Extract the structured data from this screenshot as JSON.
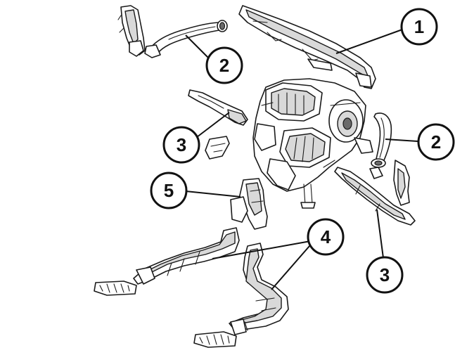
{
  "colors": {
    "line": "#1a1a1a",
    "fill": "#ffffff",
    "shade": "#d9d9d9",
    "dark": "#6a6a6a"
  },
  "callouts": [
    {
      "id": "c1",
      "label": "1"
    },
    {
      "id": "c2a",
      "label": "2"
    },
    {
      "id": "c2b",
      "label": "2"
    },
    {
      "id": "c3a",
      "label": "3"
    },
    {
      "id": "c3b",
      "label": "3"
    },
    {
      "id": "c4",
      "label": "4"
    },
    {
      "id": "c5",
      "label": "5"
    }
  ]
}
